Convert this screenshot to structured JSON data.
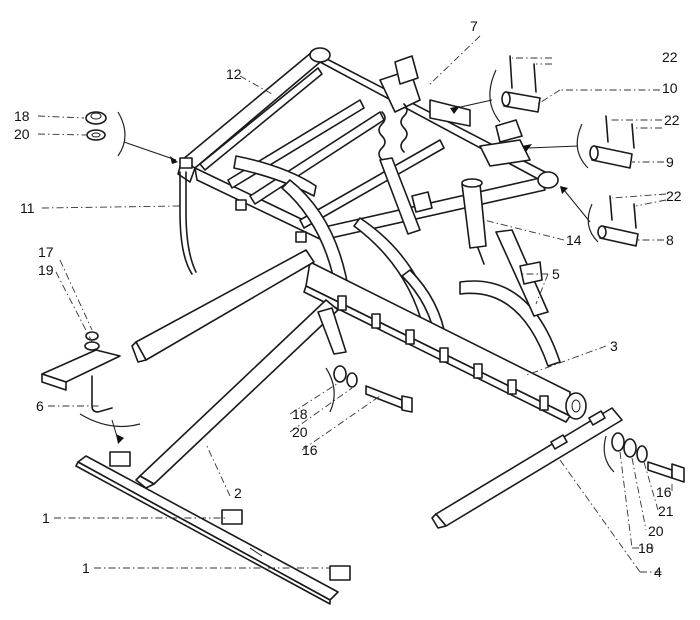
{
  "labels": {
    "l1a": "1",
    "l1b": "1",
    "l2": "2",
    "l3": "3",
    "l4": "4",
    "l5": "5",
    "l6": "6",
    "l7": "7",
    "l8": "8",
    "l9": "9",
    "l10": "10",
    "l11": "11",
    "l12": "12",
    "l14": "14",
    "l16a": "16",
    "l16b": "16",
    "l17": "17",
    "l18a": "18",
    "l18b": "18",
    "l18c": "18",
    "l19": "19",
    "l20a": "20",
    "l20b": "20",
    "l20c": "20",
    "l21": "21",
    "l22a": "22",
    "l22b": "22",
    "l22c": "22"
  }
}
